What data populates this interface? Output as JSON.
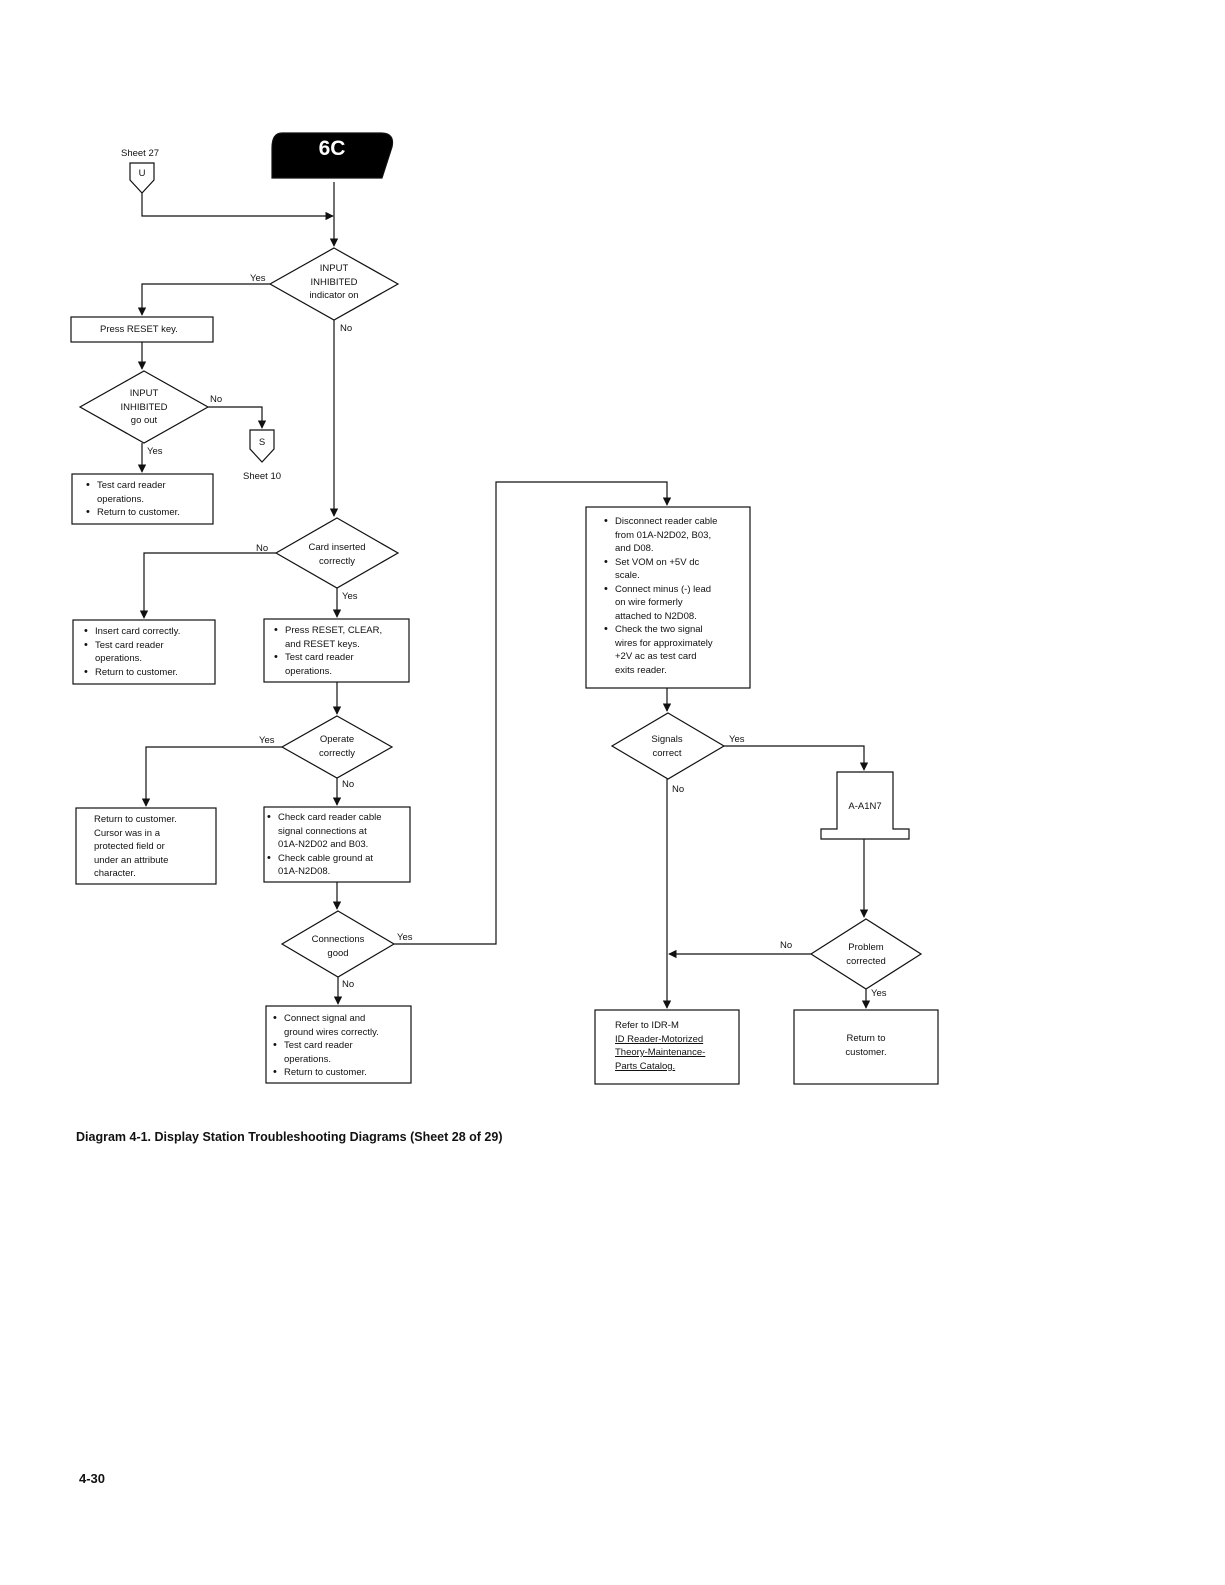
{
  "badge": "6C",
  "connectors": {
    "u": {
      "letter": "U",
      "sheet": "Sheet 27"
    },
    "s": {
      "letter": "S",
      "sheet": "Sheet 10"
    },
    "a": {
      "label": "A-A1N7"
    }
  },
  "decisions": {
    "input_inhibited_on": [
      "INPUT",
      "INHIBITED",
      "indicator on"
    ],
    "input_inhibited_out": [
      "INPUT",
      "INHIBITED",
      "go out"
    ],
    "card_inserted": [
      "Card inserted",
      "correctly"
    ],
    "operate": [
      "Operate",
      "correctly"
    ],
    "connections": [
      "Connections",
      "good"
    ],
    "signals": [
      "Signals",
      "correct"
    ],
    "problem": [
      "Problem",
      "corrected"
    ]
  },
  "boxes": {
    "press_reset": [
      {
        "text": "Press RESET key."
      }
    ],
    "test_return": [
      {
        "bullet": true,
        "text": "Test card reader"
      },
      {
        "text": "operations."
      },
      {
        "bullet": true,
        "text": "Return to customer."
      }
    ],
    "insert_card": [
      {
        "bullet": true,
        "text": "Insert card correctly."
      },
      {
        "bullet": true,
        "text": "Test card reader"
      },
      {
        "text": "operations."
      },
      {
        "bullet": true,
        "text": "Return to customer."
      }
    ],
    "press_keys": [
      {
        "bullet": true,
        "text": "Press RESET, CLEAR,"
      },
      {
        "text": "and RESET keys."
      },
      {
        "bullet": true,
        "text": "Test card reader"
      },
      {
        "text": "operations."
      }
    ],
    "return_cursor": [
      {
        "text": "Return to customer."
      },
      {
        "text": "Cursor was in a"
      },
      {
        "text": "protected field or"
      },
      {
        "text": "under an attribute"
      },
      {
        "text": "character."
      }
    ],
    "check_cable": [
      {
        "bullet": true,
        "text": "Check card reader cable"
      },
      {
        "text": "signal connections at"
      },
      {
        "text": "01A-N2D02 and B03."
      },
      {
        "bullet": true,
        "text": "Check cable ground at"
      },
      {
        "text": "01A-N2D08."
      }
    ],
    "connect_signal": [
      {
        "bullet": true,
        "text": "Connect signal and"
      },
      {
        "text": "ground wires correctly."
      },
      {
        "bullet": true,
        "text": "Test card reader"
      },
      {
        "text": "operations."
      },
      {
        "bullet": true,
        "text": "Return to customer."
      }
    ],
    "disconnect": [
      {
        "bullet": true,
        "text": "Disconnect reader cable"
      },
      {
        "text": "from 01A-N2D02, B03,"
      },
      {
        "text": "and D08."
      },
      {
        "bullet": true,
        "text": "Set VOM on +5V dc"
      },
      {
        "text": "scale."
      },
      {
        "bullet": true,
        "text": "Connect minus (-) lead"
      },
      {
        "text": "on wire formerly"
      },
      {
        "text": "attached to N2D08."
      },
      {
        "bullet": true,
        "text": "Check the two signal"
      },
      {
        "text": "wires for approximately"
      },
      {
        "text": "+2V ac as test card"
      },
      {
        "text": "exits reader."
      }
    ],
    "refer": [
      {
        "text": "Refer to IDR-M"
      },
      {
        "text": "ID Reader-Motorized"
      },
      {
        "text": "Theory-Maintenance-"
      },
      {
        "text": "Parts Catalog."
      }
    ],
    "return_customer": [
      {
        "text": "Return to"
      },
      {
        "text": "customer."
      }
    ]
  },
  "branch": {
    "yes": "Yes",
    "no": "No"
  },
  "caption": "Diagram 4-1. Display Station Troubleshooting Diagrams (Sheet 28 of 29)",
  "page_number": "4-30"
}
